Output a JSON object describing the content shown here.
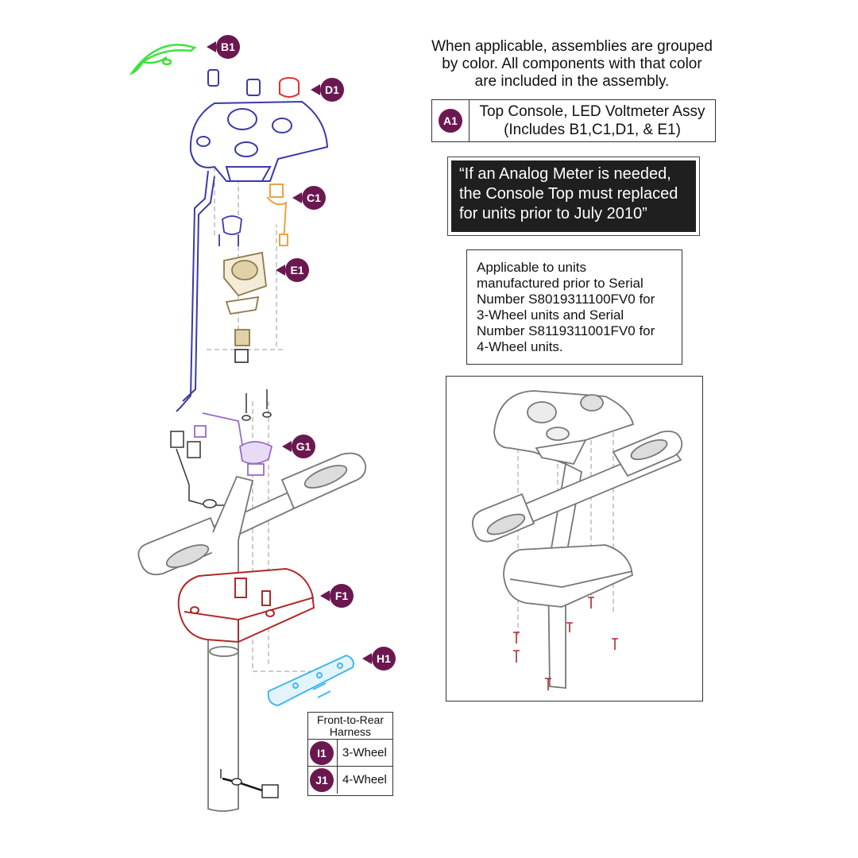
{
  "notes": {
    "grouping_line1": "When applicable, assemblies are grouped",
    "grouping_line2": "by color. All components with that color",
    "grouping_line3": "are included in the assembly."
  },
  "assembly": {
    "badge": "A1",
    "line1": "Top Console, LED Voltmeter Assy",
    "line2": "(Includes B1,C1,D1, & E1)"
  },
  "warning": {
    "line1": "“If an Analog Meter is needed,",
    "line2": "the Console Top must replaced",
    "line3": "for units prior to July 2010”"
  },
  "applicability": {
    "line1": "Applicable to units",
    "line2": "manufactured prior to Serial",
    "line3": "Number S8019311100FV0 for",
    "line4": "3-Wheel units and Serial",
    "line5": "Number S8119311001FV0 for",
    "line6": "4-Wheel units."
  },
  "callouts": {
    "b1": "B1",
    "d1": "D1",
    "c1": "C1",
    "e1": "E1",
    "g1": "G1",
    "f1": "F1",
    "h1": "H1"
  },
  "harness": {
    "title_line1": "Front-to-Rear",
    "title_line2": "Harness",
    "rows": [
      {
        "badge": "I1",
        "label": "3-Wheel"
      },
      {
        "badge": "J1",
        "label": "4-Wheel"
      }
    ]
  },
  "colors": {
    "badge": "#6b1850",
    "b1_green": "#3ee23e",
    "d1_red": "#e03030",
    "c1_orange": "#f0a040",
    "e1_tan": "#c8b078",
    "g1_purple": "#9a6ac8",
    "f1_darkred": "#b02828",
    "h1_blue": "#40b8f0",
    "console_blue": "#3a3aa8"
  }
}
